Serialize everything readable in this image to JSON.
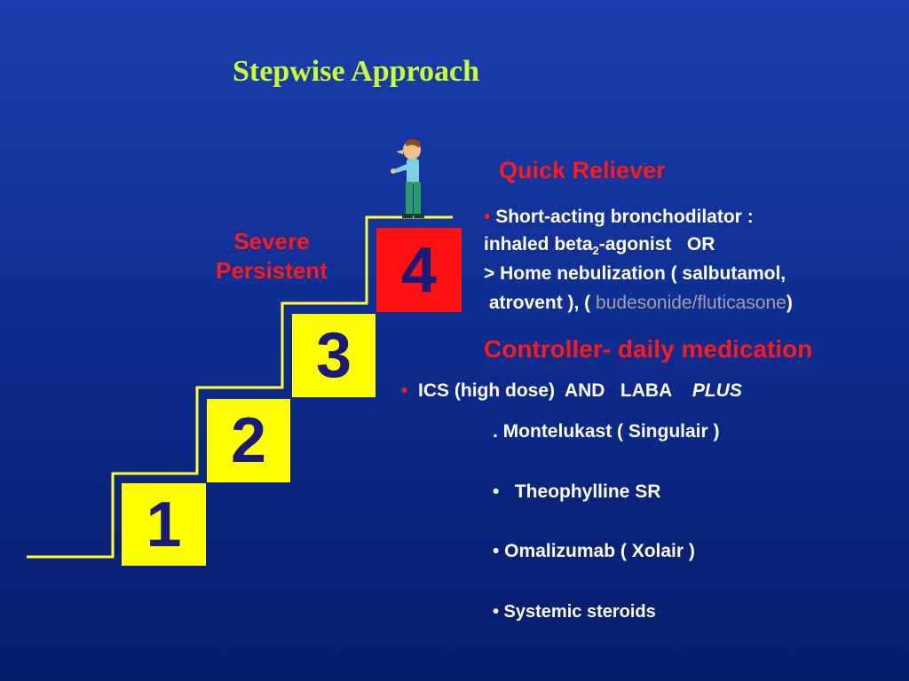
{
  "title": "Stepwise Approach",
  "steps": [
    "1",
    "2",
    "3",
    "4"
  ],
  "severity": {
    "line1": "Severe",
    "line2": "Persistent"
  },
  "quick_reliever": {
    "heading": "Quick Reliever",
    "bullet": "•",
    "line1": "Short-acting bronchodilator :",
    "line2_pre": "inhaled beta",
    "line2_sub": "2",
    "line2_post": "-agonist   OR",
    "line3": "> Home nebulization ( salbutamol,",
    "line4_pre": " atrovent ), ( ",
    "line4_grey": "budesonide/fluticasone",
    "line4_post": ")"
  },
  "controller": {
    "heading": "Controller- daily medication",
    "bullet": "•",
    "line1": "ICS (high dose)  AND   LABA",
    "line1_plus": "PLUS",
    "items": [
      ". Montelukast ( Singulair )",
      "•   Theophylline SR",
      "• Omalizumab ( Xolair )",
      "• Systemic steroids"
    ]
  },
  "colors": {
    "accent_title": "#ccff33",
    "heading_red": "#ff1a1a",
    "step_yellow": "#ffff00",
    "step_red": "#ff1010"
  }
}
